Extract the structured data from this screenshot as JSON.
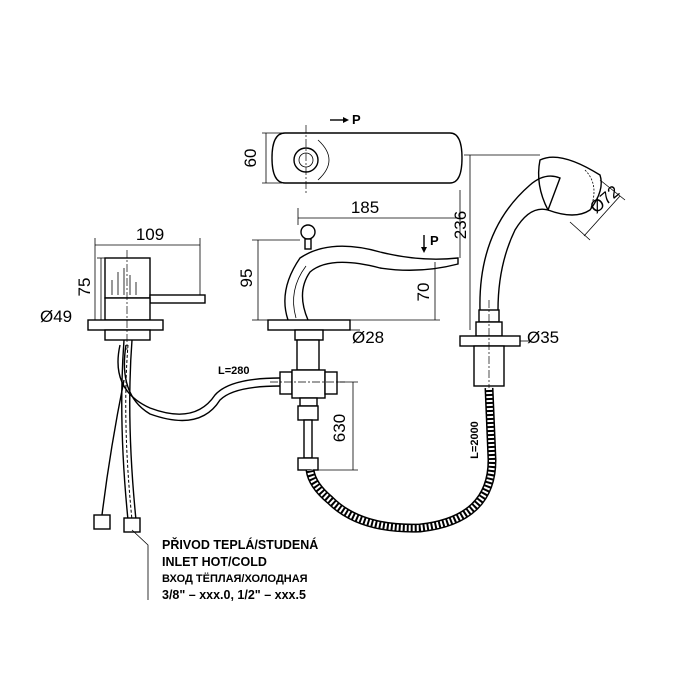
{
  "dimensions": {
    "width_top": "60",
    "spout_reach": "185",
    "shower_height": "236",
    "shower_head_dia": "Ø72",
    "spout_height": "95",
    "spout_outlet_height": "70",
    "spout_base_dia": "Ø28",
    "shower_base_dia": "Ø35",
    "mixer_width": "109",
    "mixer_height": "75",
    "mixer_base_dia": "Ø49",
    "connector_length": "630",
    "pressure_mark_top": "P",
    "pressure_mark_side": "P"
  },
  "hose_labels": {
    "short_hose": "L=280",
    "shower_hose": "L=2000"
  },
  "note": {
    "line1": "PŘIVOD TEPLÁ/STUDENÁ",
    "line2": "INLET HOT/COLD",
    "line3": "ВХОД ТЁПЛАЯ/ХОЛОДНАЯ",
    "line4": "3/8\" – xxx.0, 1/2\" – xxx.5"
  }
}
